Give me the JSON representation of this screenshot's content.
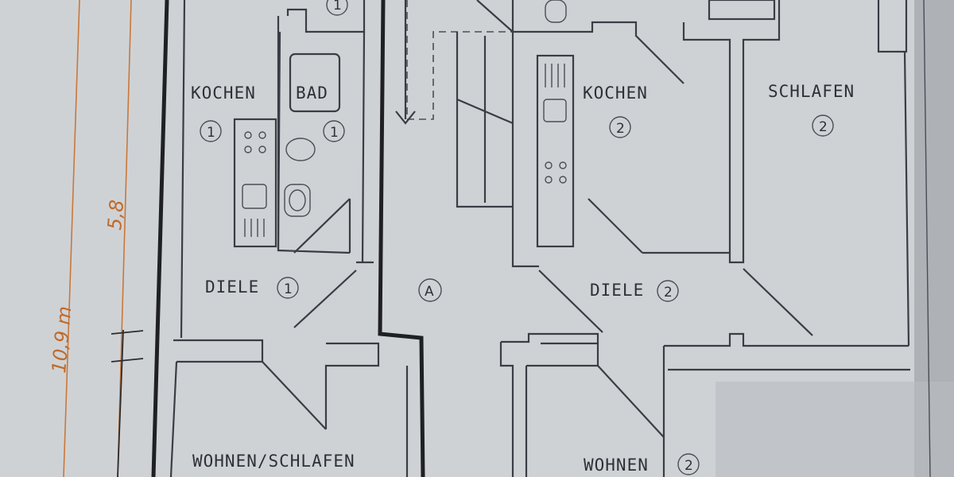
{
  "dimensions": {
    "overall": "10,9 m",
    "partial": "5,8"
  },
  "rooms": {
    "kochen1": {
      "label": "KOCHEN",
      "number": "1"
    },
    "bad1": {
      "label": "BAD",
      "number": "1"
    },
    "diele1": {
      "label": "DIELE",
      "number": "1"
    },
    "wohnen_schlafen": {
      "label": "WOHNEN/SCHLAFEN"
    },
    "stair_a": {
      "label": "A"
    },
    "kochen2": {
      "label": "KOCHEN",
      "number": "2"
    },
    "schlafen2": {
      "label": "SCHLAFEN",
      "number": "2"
    },
    "diele2": {
      "label": "DIELE",
      "number": "2"
    },
    "wohnen2": {
      "label": "WOHNEN",
      "number": "2"
    },
    "top_marker": {
      "number": "1"
    }
  }
}
